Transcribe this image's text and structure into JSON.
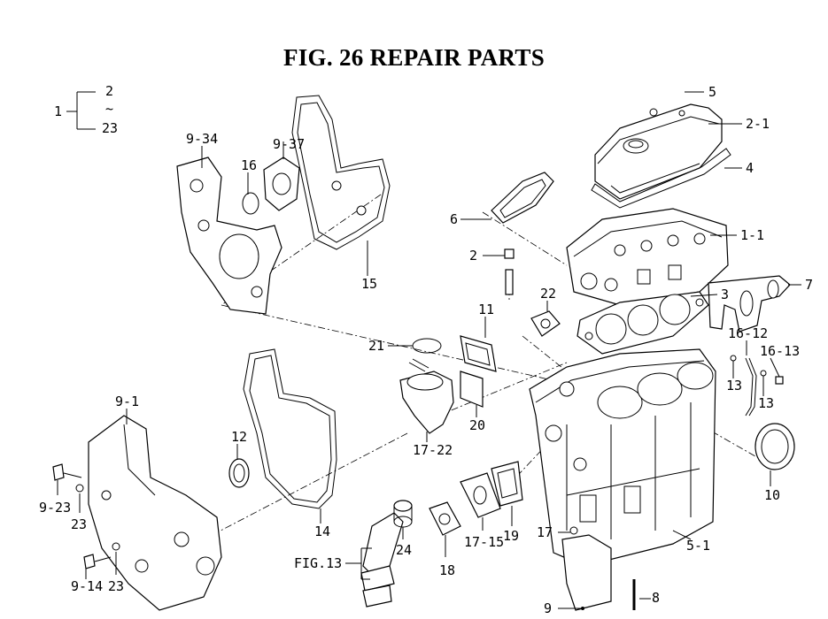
{
  "title": "FIG. 26  REPAIR PARTS",
  "legend": {
    "number": "1",
    "range_top": "2",
    "range_tilde": "~",
    "range_bottom": "23"
  },
  "labels": {
    "p5": "5",
    "p2_1": "2-1",
    "p4": "4",
    "p6": "6",
    "p1_1": "1-1",
    "p2": "2",
    "p7": "7",
    "p3": "3",
    "p22": "22",
    "p11": "11",
    "p21": "21",
    "p16_12": "16-12",
    "p16_13": "16-13",
    "p13a": "13",
    "p13b": "13",
    "p10": "10",
    "p20": "20",
    "p17_22": "17-22",
    "p9_34": "9-34",
    "p16": "16",
    "p9_37": "9-37",
    "p15": "15",
    "p9_1": "9-1",
    "p12": "12",
    "p14": "14",
    "p9_23": "9-23",
    "p23a": "23",
    "p9_14": "9-14",
    "p23b": "23",
    "p24": "24",
    "fig13": "FIG.13",
    "p18": "18",
    "p17_15": "17-15",
    "p19": "19",
    "p17": "17",
    "p5_1": "5-1",
    "p8": "8",
    "p9": "9"
  }
}
